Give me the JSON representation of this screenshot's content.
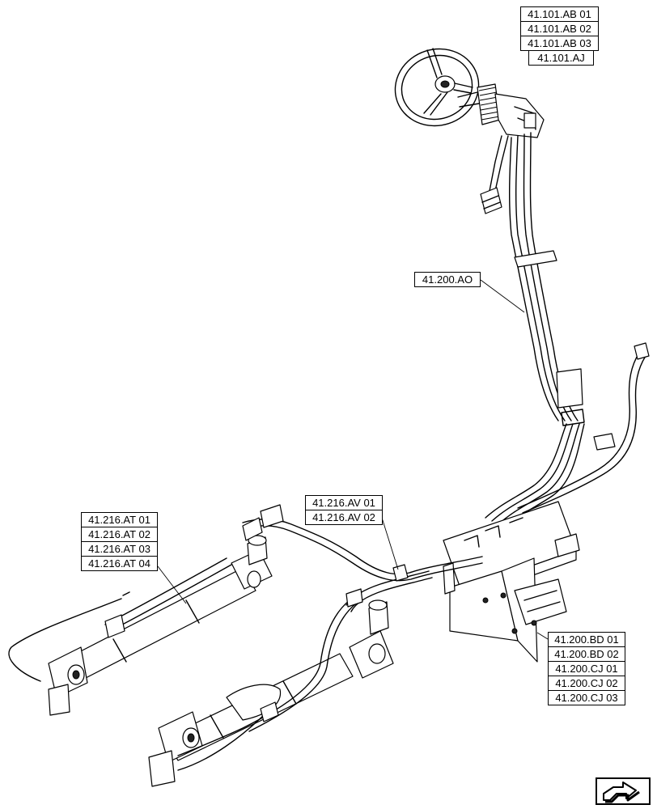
{
  "callouts": {
    "steering_column": [
      "41.101.AB 01",
      "41.101.AB 02",
      "41.101.AB 03"
    ],
    "steering_column_last": "41.101.AJ",
    "hose_set": [
      "41.200.AO"
    ],
    "valve_lines": [
      "41.216.AV 01",
      "41.216.AV 02"
    ],
    "cylinder": [
      "41.216.AT 01",
      "41.216.AT 02",
      "41.216.AT 03",
      "41.216.AT 04"
    ],
    "priority_valve": [
      "41.200.BD 01",
      "41.200.BD 02",
      "41.200.CJ 01",
      "41.200.CJ 02",
      "41.200.CJ 03"
    ]
  },
  "nav": {
    "icon": "next-page-arrow-icon"
  }
}
